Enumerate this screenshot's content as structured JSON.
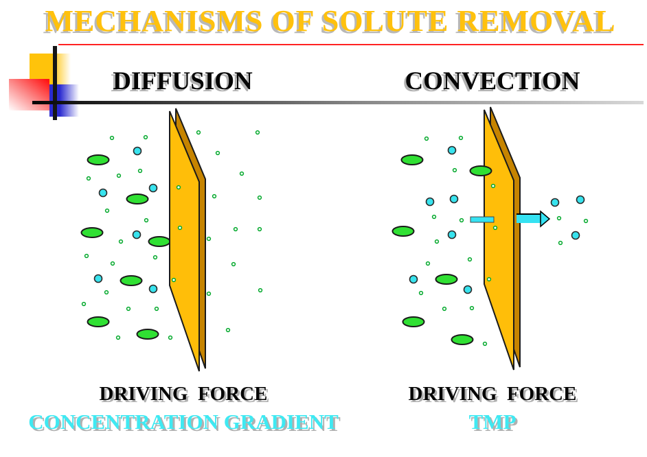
{
  "title": {
    "text": "MECHANISMS OF SOLUTE REMOVAL",
    "color": "#FFC10D"
  },
  "decor": {
    "underline_color": "#FF2222",
    "square_yellow": "#FFC30B",
    "square_red": "#FF1515",
    "square_blue": "#2B2BD0",
    "cross_line_color": "#161616",
    "divider_gradient_start": "#060606",
    "divider_gradient_end": "#D8D8D8"
  },
  "labels": {
    "accent_color": "#3FE9F2",
    "text_color": "#060606"
  },
  "style": {
    "ellipse": {
      "fill": "#30E033",
      "stroke": "#1A1A1A",
      "rx": 15.5,
      "ry": 7
    },
    "circle": {
      "fill": "#38E3EE",
      "stroke": "#2A2A2A",
      "r": 5.5
    },
    "ring": {
      "stroke": "#00A82A",
      "r": 2.4
    },
    "membrane": {
      "front": "#FFBE09",
      "side": "#C68400",
      "stroke": "#1A1A1A"
    },
    "arrow": {
      "fill": "#35E2F2",
      "stroke": "#000000"
    }
  },
  "panels": [
    {
      "id": "diffusion",
      "heading": "DIFFUSION",
      "driving_force": "DRIVING  FORCE",
      "force_label": "CONCENTRATION GRADIENT",
      "membrane": {
        "front": [
          [
            247,
            162
          ],
          [
            290,
            265
          ],
          [
            290,
            541
          ],
          [
            247,
            416
          ]
        ],
        "depth_dx": 9,
        "depth_dy": -4
      },
      "particles": {
        "ellipses": [
          [
            143,
            233
          ],
          [
            200,
            290
          ],
          [
            134,
            339
          ],
          [
            232,
            352
          ],
          [
            191,
            409
          ],
          [
            143,
            469
          ],
          [
            215,
            487
          ]
        ],
        "ellipses_front": [],
        "circles": [
          [
            200,
            220
          ],
          [
            150,
            281
          ],
          [
            223,
            274
          ],
          [
            199,
            342
          ],
          [
            143,
            406
          ],
          [
            223,
            421
          ]
        ],
        "rings": [
          [
            163,
            201
          ],
          [
            212,
            200
          ],
          [
            289,
            193
          ],
          [
            375,
            193
          ],
          [
            317,
            223
          ],
          [
            204,
            249
          ],
          [
            173,
            256
          ],
          [
            129,
            260
          ],
          [
            352,
            253
          ],
          [
            312,
            286
          ],
          [
            378,
            288
          ],
          [
            156,
            307
          ],
          [
            213,
            321
          ],
          [
            343,
            334
          ],
          [
            378,
            334
          ],
          [
            304,
            348
          ],
          [
            176,
            352
          ],
          [
            126,
            373
          ],
          [
            226,
            375
          ],
          [
            164,
            384
          ],
          [
            340,
            385
          ],
          [
            379,
            423
          ],
          [
            155,
            426
          ],
          [
            304,
            428
          ],
          [
            122,
            443
          ],
          [
            187,
            450
          ],
          [
            228,
            450
          ],
          [
            332,
            481
          ],
          [
            172,
            492
          ],
          [
            248,
            492
          ]
        ],
        "pores": [
          [
            260,
            273
          ],
          [
            262,
            332
          ],
          [
            253,
            408
          ]
        ]
      }
    },
    {
      "id": "convection",
      "heading": "CONVECTION",
      "driving_force": "DRIVING  FORCE",
      "force_label": "TMP",
      "membrane": {
        "front": [
          [
            705,
            160
          ],
          [
            748,
            263
          ],
          [
            748,
            539
          ],
          [
            705,
            414
          ]
        ],
        "depth_dx": 9,
        "depth_dy": -4
      },
      "particles": {
        "ellipses": [
          [
            600,
            233
          ],
          [
            587,
            337
          ],
          [
            650,
            407
          ],
          [
            602,
            469
          ],
          [
            673,
            495
          ]
        ],
        "ellipses_front": [
          [
            700,
            249
          ]
        ],
        "circles": [
          [
            658,
            219
          ],
          [
            626,
            294
          ],
          [
            661,
            290
          ],
          [
            658,
            342
          ],
          [
            602,
            407
          ],
          [
            681,
            422
          ],
          [
            808,
            295
          ],
          [
            845,
            291
          ],
          [
            838,
            343
          ]
        ],
        "rings": [
          [
            621,
            202
          ],
          [
            671,
            201
          ],
          [
            662,
            248
          ],
          [
            632,
            316
          ],
          [
            672,
            321
          ],
          [
            636,
            352
          ],
          [
            623,
            384
          ],
          [
            684,
            378
          ],
          [
            613,
            427
          ],
          [
            647,
            450
          ],
          [
            687,
            449
          ],
          [
            706,
            501
          ],
          [
            814,
            318
          ],
          [
            853,
            322
          ],
          [
            816,
            354
          ]
        ],
        "pores": [
          [
            718,
            271
          ],
          [
            721,
            332
          ],
          [
            712,
            407
          ]
        ]
      },
      "arrow": {
        "left_bar": [
          685,
          316,
          34,
          8
        ],
        "right_bar": [
          752,
          313,
          35,
          12
        ],
        "head": [
          [
            787,
            308
          ],
          [
            800,
            319
          ],
          [
            787,
            330
          ]
        ]
      }
    }
  ]
}
